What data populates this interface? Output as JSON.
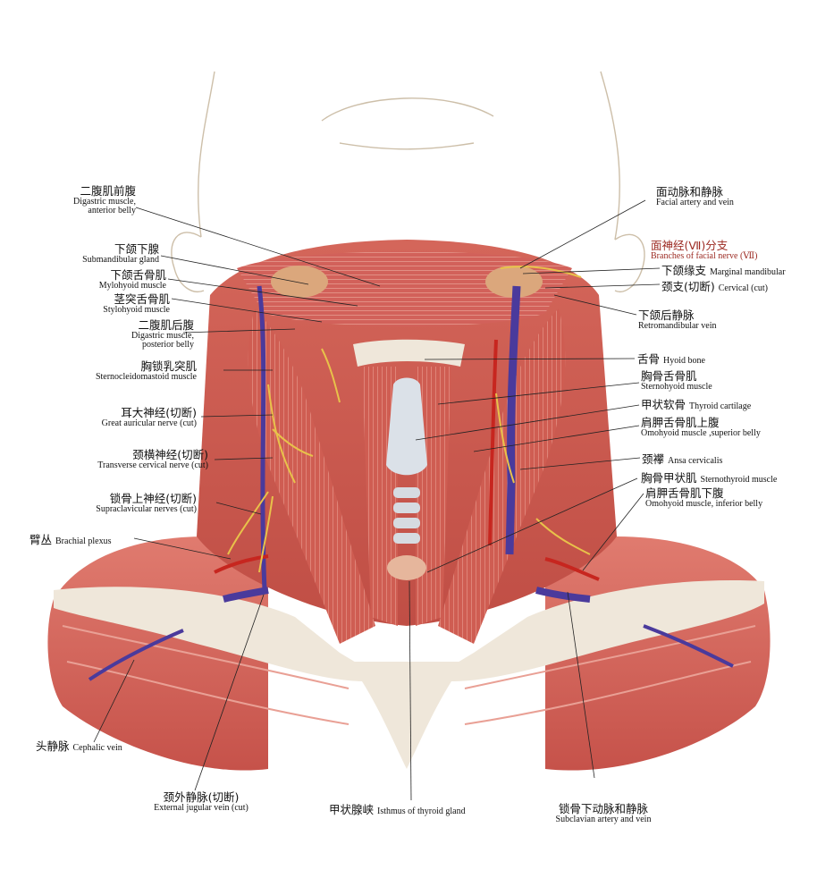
{
  "colors": {
    "muscle": "#c9564c",
    "muscle_light": "#e08c80",
    "tendon": "#efe7da",
    "vein": "#4a3a9c",
    "artery": "#c7261f",
    "nerve": "#e8c24a",
    "gland": "#dba77c",
    "outline": "#cdbfa9",
    "leader": "#222222",
    "facial_nerve_label": "#9c2a22"
  },
  "labels": {
    "digastric_anterior": {
      "zh": "二腹肌前腹",
      "en": "Digastric muscle,",
      "en2": "anterior belly"
    },
    "submandibular_gland": {
      "zh": "下颌下腺",
      "en": "Submandibular gland"
    },
    "mylohyoid": {
      "zh": "下颌舌骨肌",
      "en": "Mylohyoid muscle"
    },
    "stylohyoid": {
      "zh": "茎突舌骨肌",
      "en": "Stylohyoid muscle"
    },
    "digastric_posterior": {
      "zh": "二腹肌后腹",
      "en": "Digastric muscle,",
      "en2": "posterior belly"
    },
    "scm": {
      "zh": "胸锁乳突肌",
      "en": "Sternocleidomastoid muscle"
    },
    "great_auricular": {
      "zh": "耳大神经(切断)",
      "en": "Great auricular nerve (cut)"
    },
    "transverse_cervical": {
      "zh": "颈横神经(切断)",
      "en": "Transverse cervical nerve (cut)"
    },
    "supraclavicular": {
      "zh": "锁骨上神经(切断)",
      "en": "Supraclavicular nerves (cut)"
    },
    "brachial_plexus": {
      "zh": "臂丛",
      "en": "Brachial plexus"
    },
    "cephalic_vein": {
      "zh": "头静脉",
      "en": "Cephalic vein"
    },
    "external_jugular": {
      "zh": "颈外静脉(切断)",
      "en": "External jugular vein (cut)"
    },
    "isthmus_thyroid": {
      "zh": "甲状腺峡",
      "en": "Isthmus of thyroid gland"
    },
    "subclavian": {
      "zh": "锁骨下动脉和静脉",
      "en": "Subclavian artery and vein"
    },
    "facial_artery_vein": {
      "zh": "面动脉和静脉",
      "en": "Facial artery and vein"
    },
    "facial_nerve_branches": {
      "zh": "面神经(Ⅶ)分支",
      "en": "Branches of facial nerve (Ⅶ)"
    },
    "marginal_mandibular": {
      "zh": "下颌缘支",
      "en": "Marginal mandibular"
    },
    "cervical_cut": {
      "zh": "颈支(切断)",
      "en": "Cervical (cut)"
    },
    "retromandibular": {
      "zh": "下颌后静脉",
      "en": "Retromandibular vein"
    },
    "hyoid": {
      "zh": "舌骨",
      "en": "Hyoid bone"
    },
    "sternohyoid": {
      "zh": "胸骨舌骨肌",
      "en": "Sternohyoid muscle"
    },
    "thyroid_cartilage": {
      "zh": "甲状软骨",
      "en": "Thyroid cartilage"
    },
    "omohyoid_superior": {
      "zh": "肩胛舌骨肌上腹",
      "en": "Omohyoid muscle ,superior belly"
    },
    "ansa_cervicalis": {
      "zh": "颈襻",
      "en": "Ansa cervicalis"
    },
    "sternothyroid": {
      "zh": "胸骨甲状肌",
      "en": "Sternothyroid muscle"
    },
    "omohyoid_inferior": {
      "zh": "肩胛舌骨肌下腹",
      "en": "Omohyoid muscle, inferior belly"
    }
  }
}
